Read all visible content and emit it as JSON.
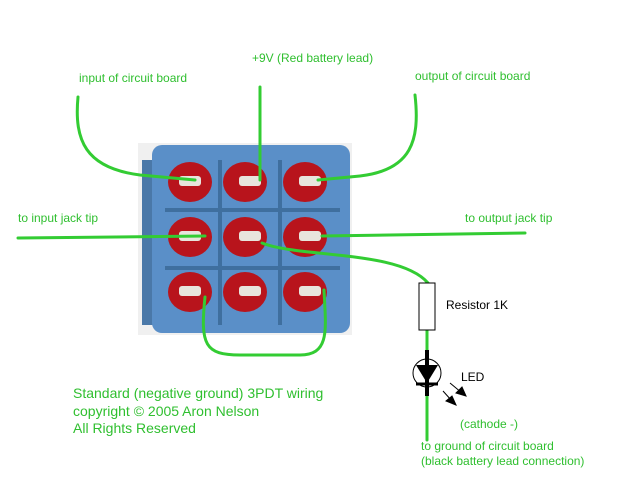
{
  "labels": {
    "input_board": "input of circuit board",
    "plus9v": "+9V (Red battery lead)",
    "output_board": "output of circuit board",
    "input_jack": "to input jack tip",
    "output_jack": "to output jack tip",
    "resistor": "Resistor 1K",
    "led": "LED",
    "cathode": "(cathode -)",
    "ground_1": "to ground of circuit board",
    "ground_2": "(black battery lead connection)"
  },
  "caption": {
    "line1": "Standard (negative ground) 3PDT wiring",
    "line2": "copyright © 2005 Aron Nelson",
    "line3": "All Rights Reserved"
  },
  "colors": {
    "wire": "#33cc33",
    "switch_body": "#5a8fc8",
    "lug": "#b8141c"
  }
}
